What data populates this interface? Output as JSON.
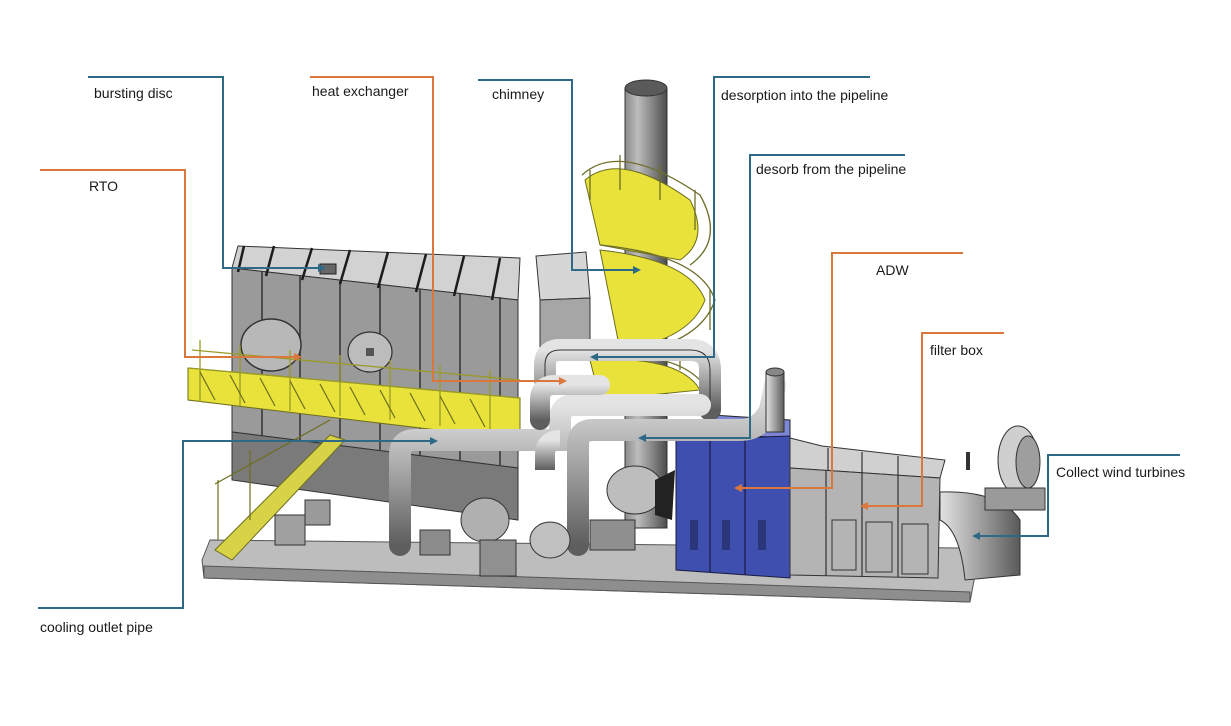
{
  "labels": {
    "bursting_disc": "bursting disc",
    "heat_exchanger": "heat exchanger",
    "chimney": "chimney",
    "desorption_into_pipeline": "desorption into the pipeline",
    "rto": "RTO",
    "desorb_from_pipeline": "desorb from the pipeline",
    "adw": "ADW",
    "filter_box": "filter box",
    "collect_wind_turbines": "Collect wind turbines",
    "cooling_outlet_pipe": "cooling outlet pipe"
  },
  "colors": {
    "callout_blue": "#2e6a86",
    "callout_orange": "#d9773c",
    "walkway_yellow": "#e8e23a",
    "adw_blue": "#3f4fb0",
    "steel_gray": "#8c8c8c"
  }
}
